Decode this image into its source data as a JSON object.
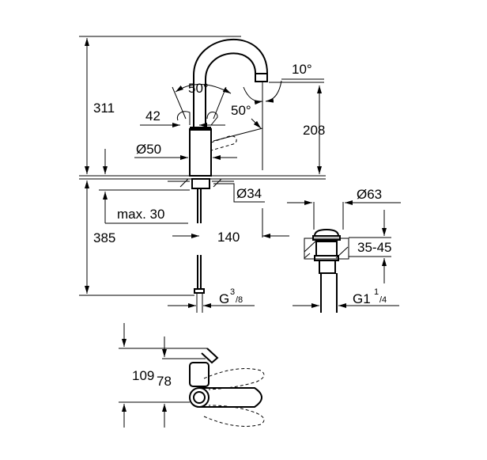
{
  "drawing": {
    "faucet_front": {
      "total_height_above": "311",
      "total_length_below": "385",
      "handle_offset": "42",
      "body_diameter": "Ø50",
      "lever_angle_left": "50°",
      "lever_angle_right": "50°",
      "spout_tilt": "10°",
      "spout_height": "208",
      "shank_diameter": "Ø34",
      "max_deck_thickness": "max. 30",
      "spout_reach": "140",
      "connection_thread": {
        "prefix": "G",
        "numerator": "3",
        "denominator": "/8"
      }
    },
    "drain": {
      "diameter": "Ø63",
      "thickness_range": "35-45",
      "thread": {
        "prefix": "G1",
        "numerator": "1",
        "denominator": "/4"
      }
    },
    "side_view": {
      "overall": "109",
      "lever_height": "78"
    }
  }
}
